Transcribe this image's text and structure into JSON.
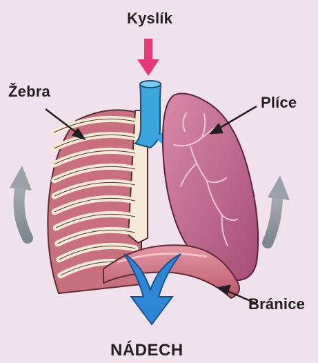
{
  "diagram": {
    "title": "NÁDECH",
    "labels": {
      "oxygen": "Kyslík",
      "ribs": "Žebra",
      "lungs": "Plíce",
      "diaphragm": "Bránice"
    },
    "colors": {
      "background": "#efe2ec",
      "rib_fill": "#c26574",
      "rib_bone": "#f6ead6",
      "trachea": "#3aa6dd",
      "lung": "#b65c84",
      "diaphragm": "#cf6a7d",
      "oxygen_arrow": "#e6377b",
      "air_arrow": "#2e86d6",
      "motion_arrow": "#8d959d"
    }
  }
}
